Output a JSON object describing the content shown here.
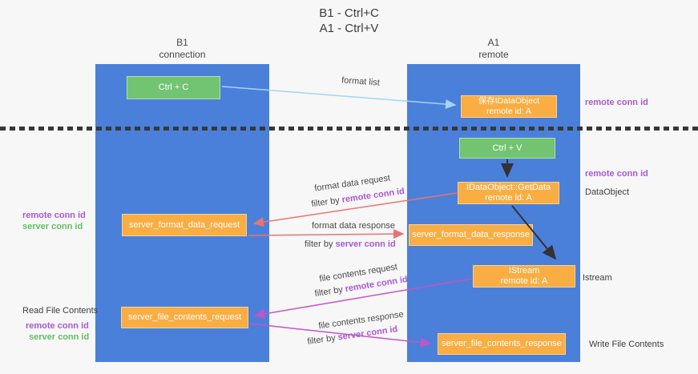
{
  "title": {
    "line1": "B1 - Ctrl+C",
    "line2": "A1 - Ctrl+V"
  },
  "columns": {
    "left": {
      "name": "B1",
      "subtitle": "connection"
    },
    "right": {
      "name": "A1",
      "subtitle": "remote"
    }
  },
  "boxes": {
    "ctrl_c": "Ctrl + C",
    "ctrl_v": "Ctrl + V",
    "save_dataobject_line1": "保存IDataObject",
    "save_dataobject_line2": "remote id: A",
    "getdata_line1": "IDataObject::GetData",
    "getdata_line2": "remote id: A",
    "istream_line1": "IStream",
    "istream_line2": "remote id: A",
    "server_format_data_request": "server_format_data_request",
    "server_format_data_response": "server_format_data_response",
    "server_file_contents_request": "server_file_contents_request",
    "server_file_contents_response": "server_file_contents_response"
  },
  "arrow_labels": {
    "format_list": "format list",
    "format_data_request": "format data request",
    "format_data_response": "format data response",
    "file_contents_request": "file contents request",
    "file_contents_response": "file contents response",
    "filter_by": "filter by ",
    "remote_conn_id": "remote conn id",
    "server_conn_id": "server conn id"
  },
  "side_labels": {
    "remote_conn_id_top_right": "remote conn id",
    "remote_conn_id_mid_right": "remote conn id",
    "dataobject": "DataObject",
    "istream": "Istream",
    "write_file_contents": "Write File Contents",
    "read_file_contents": "Read File Contents",
    "remote_conn_id_left_upper": "remote conn id",
    "server_conn_id_left_upper": "server conn id",
    "remote_conn_id_left_lower": "remote conn id",
    "server_conn_id_left_lower": "server conn id"
  },
  "colors": {
    "column_blue": "#4a80d9",
    "box_green": "#72c472",
    "box_orange": "#f9ad42",
    "purple_text": "#a958d3",
    "green_text": "#64bd64",
    "arrow_red": "#e97373",
    "arrow_magenta": "#c653c6",
    "arrow_lightblue": "#a3d4f5",
    "arrow_black": "#333333"
  }
}
